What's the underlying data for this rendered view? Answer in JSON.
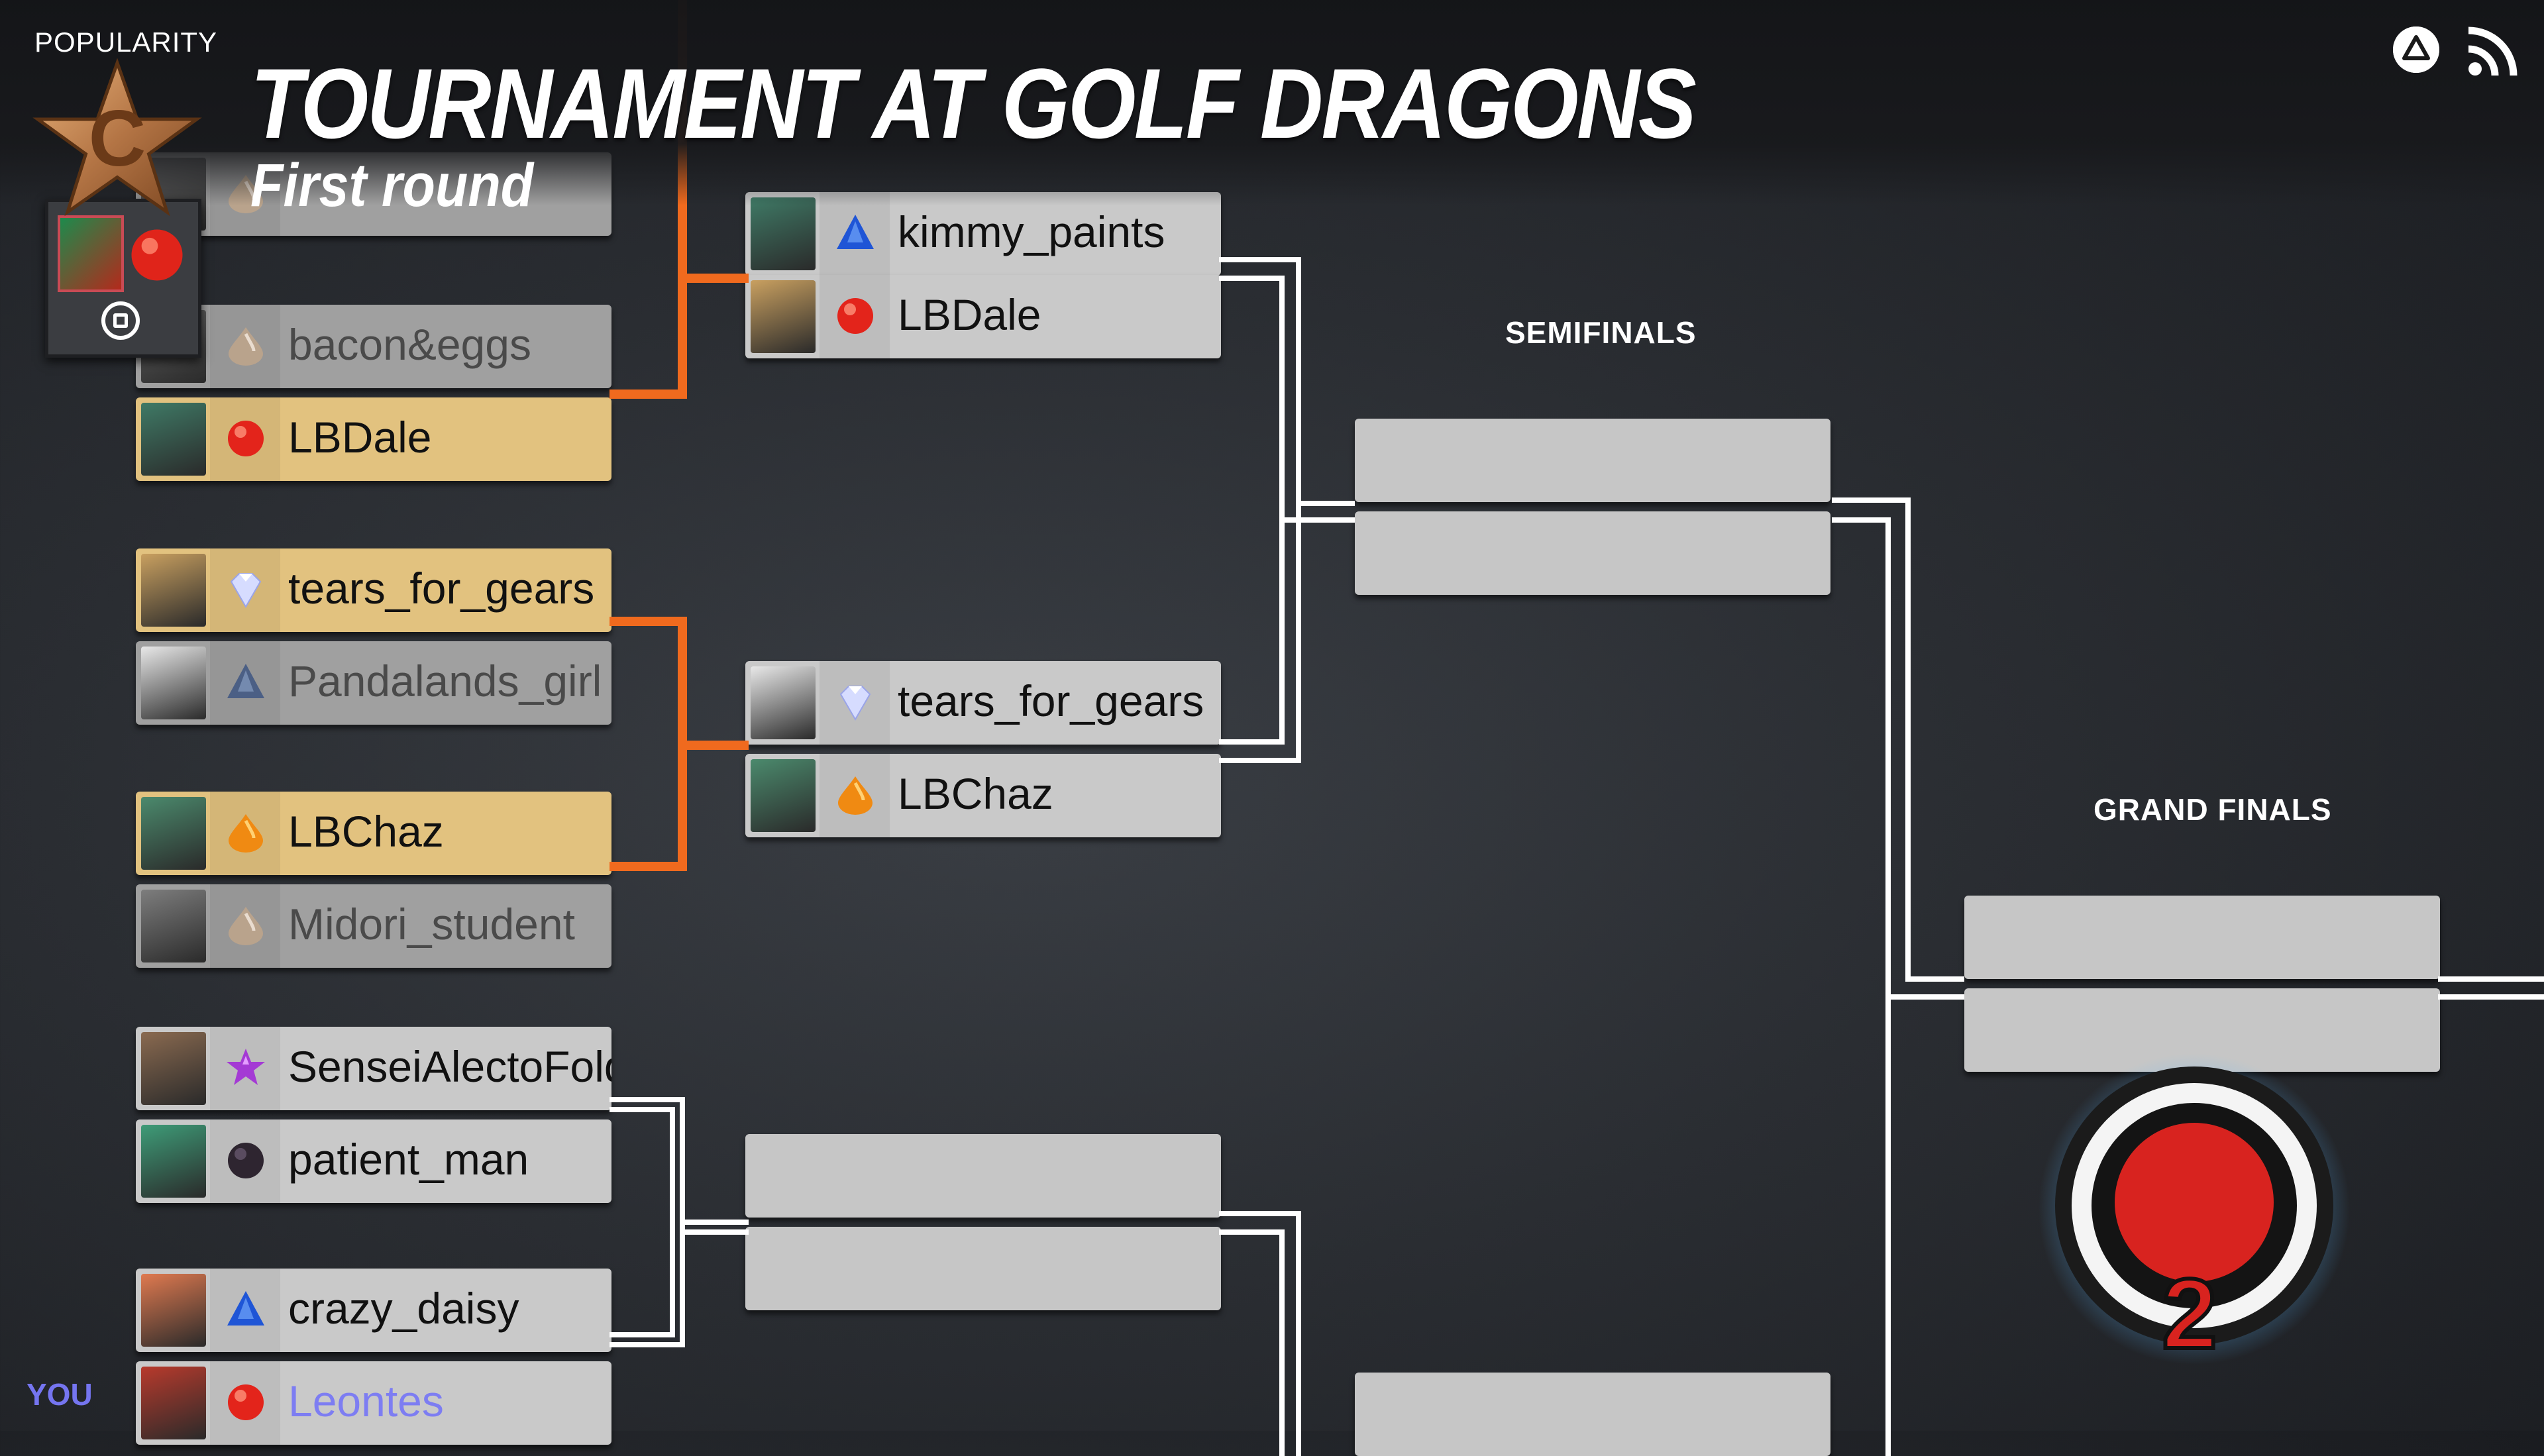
{
  "header": {
    "title": "TOURNAMENT AT GOLF DRAGONS",
    "subtitle": "First round"
  },
  "popularity": {
    "label": "POPULARITY",
    "rank": "C"
  },
  "round_labels": {
    "semifinals": "SEMIFINALS",
    "grand_finals": "GRAND FINALS"
  },
  "you_label": "YOU",
  "first_round": [
    {
      "name": "",
      "gem": "clay",
      "status": "lose"
    },
    {
      "name": "bacon&eggs",
      "gem": "clay",
      "status": "lose"
    },
    {
      "name": "LBDale",
      "gem": "ruby",
      "status": "win"
    },
    {
      "name": "tears_for_gears",
      "gem": "diamond",
      "status": "win"
    },
    {
      "name": "Pandalands_girl",
      "gem": "sapphire-dark",
      "status": "lose"
    },
    {
      "name": "LBChaz",
      "gem": "amber",
      "status": "win"
    },
    {
      "name": "Midori_student",
      "gem": "clay",
      "status": "lose"
    },
    {
      "name": "SenseiAlectoFold",
      "gem": "amethyst-star",
      "status": "pending"
    },
    {
      "name": "patient_man",
      "gem": "onyx",
      "status": "pending"
    },
    {
      "name": "crazy_daisy",
      "gem": "sapphire",
      "status": "pending"
    },
    {
      "name": "Leontes",
      "gem": "ruby",
      "status": "pending",
      "you": true
    }
  ],
  "quarterfinals": [
    {
      "name": "kimmy_paints",
      "gem": "sapphire",
      "status": "pending"
    },
    {
      "name": "LBDale",
      "gem": "ruby",
      "status": "pending"
    },
    {
      "name": "tears_for_gears",
      "gem": "diamond",
      "status": "pending"
    },
    {
      "name": "LBChaz",
      "gem": "amber",
      "status": "pending"
    }
  ],
  "colors": {
    "winner_slot": "#e2c27f",
    "loser_slot": "#a0a0a0",
    "empty_slot": "#c6c6c6",
    "win_line": "#f06a1e",
    "bracket_line": "#ffffff",
    "you": "#7575f0"
  }
}
